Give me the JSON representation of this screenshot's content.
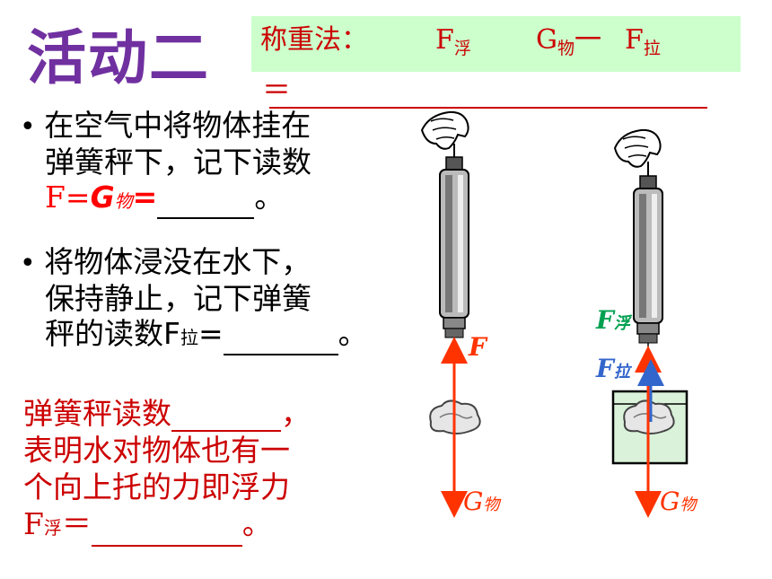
{
  "title": "活动二",
  "formula": {
    "label": "称重法：",
    "f_float": "F",
    "f_float_sub": "浮",
    "g_obj": "G",
    "g_obj_sub": "物",
    "minus": "一",
    "f_pull": "F",
    "f_pull_sub": "拉",
    "equals": "＝"
  },
  "bullets": [
    {
      "line1": "在空气中将物体挂在",
      "line2": "弹簧秤下，记下读数",
      "line3_prefix": "F=",
      "line3_g": "G",
      "line3_g_sub": "物",
      "line3_eq": "=",
      "line3_end": "。"
    },
    {
      "line1": "将物体浸没在水下，",
      "line2": "保持静止，记下弹簧",
      "line3_prefix": "秤的读数F",
      "line3_sub": "拉",
      "line3_eq": "=",
      "line3_end": "。"
    }
  ],
  "conclusion": {
    "line1": "弹簧秤读数",
    "line1_end": "，",
    "line2": "表明水对物体也有一",
    "line3": "个向上托的力即浮力",
    "line4_f": "F",
    "line4_sub": "浮",
    "line4_eq": "＝",
    "line4_end": "。"
  },
  "diagram": {
    "left": {
      "label_f": "F",
      "label_g": "G",
      "label_g_sub": "物"
    },
    "right": {
      "label_f_float": "F",
      "label_f_float_sub": "浮",
      "label_f_pull": "F",
      "label_f_pull_sub": "拉",
      "label_g": "G",
      "label_g_sub": "物"
    }
  },
  "colors": {
    "title": "#7030a0",
    "formula_bg": "#ccffcc",
    "red_text": "#cc0000",
    "arrow_red": "#ff3300",
    "float_green": "#00a050",
    "pull_blue": "#3366cc",
    "water": "#d9f2d9"
  }
}
